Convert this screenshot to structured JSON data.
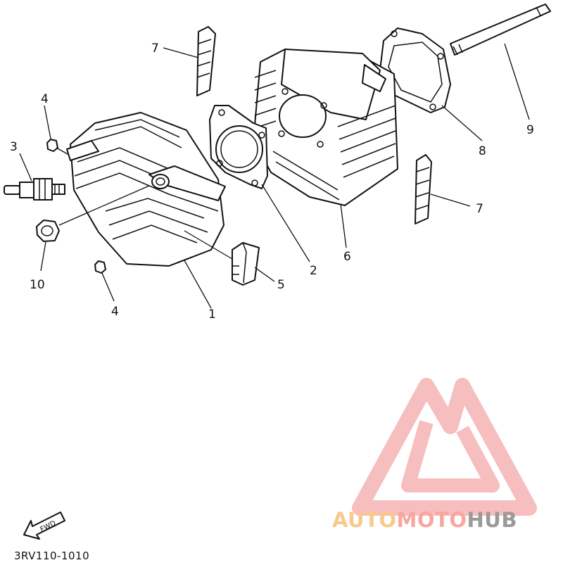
{
  "callouts": {
    "c1": "1",
    "c2": "2",
    "c3": "3",
    "c4a": "4",
    "c4b": "4",
    "c5": "5",
    "c6": "6",
    "c7a": "7",
    "c7b": "7",
    "c8": "8",
    "c9": "9",
    "c10": "10"
  },
  "fwd_label": "FWD",
  "diagram_code": "3RV110-1010",
  "watermark": {
    "part1": "AUTO",
    "part2": "MOTO",
    "part3": "HUB",
    "colors": {
      "auto": "#f7c98c",
      "moto": "#f6a79e",
      "hub": "#9a9a9a",
      "logo": "#f4a0a0"
    }
  }
}
